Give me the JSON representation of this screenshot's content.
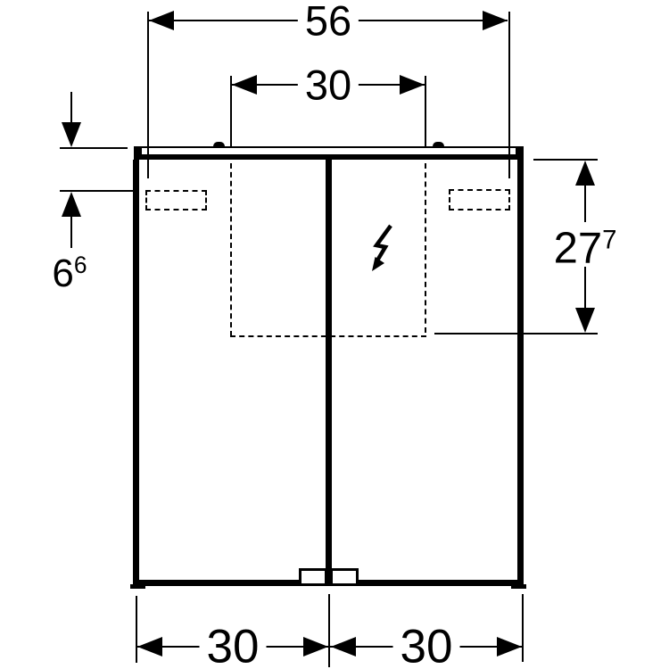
{
  "drawing": {
    "background_color": "#ffffff",
    "line_color": "#000000",
    "dimensions": {
      "total_width": "56",
      "niche_width": "30",
      "top_clearance": {
        "main": "6",
        "sup": "6"
      },
      "niche_height": {
        "main": "27",
        "sup": "7"
      },
      "left_door_width": "30",
      "right_door_width": "30"
    },
    "icons": {
      "power_supply": "lightning-arrow-icon"
    }
  }
}
